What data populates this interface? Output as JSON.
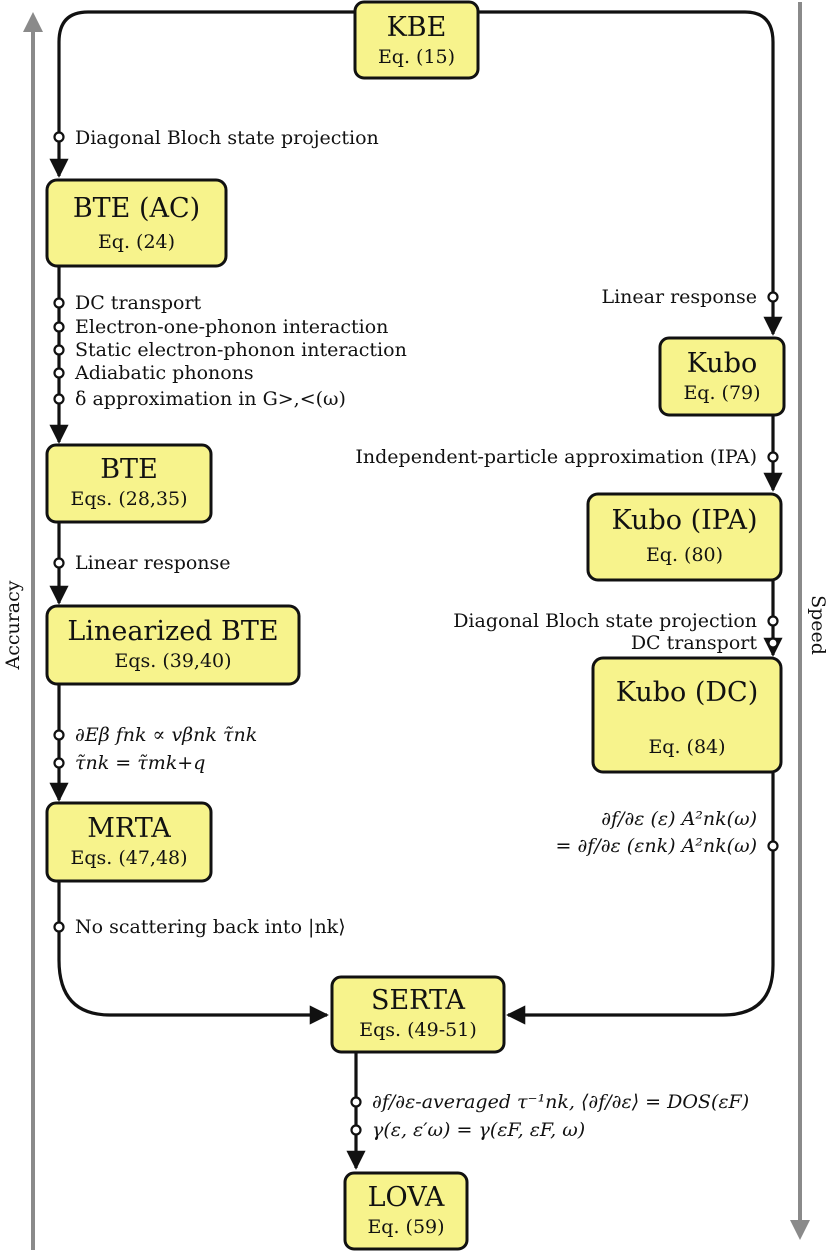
{
  "axes": {
    "left": "Accuracy",
    "right": "Speed"
  },
  "boxes": {
    "kbe": {
      "title": "KBE",
      "eq": "Eq. (15)"
    },
    "bte_ac": {
      "title": "BTE (AC)",
      "eq": "Eq. (24)"
    },
    "bte": {
      "title": "BTE",
      "eq": "Eqs. (28,35)"
    },
    "lin_bte": {
      "title": "Linearized BTE",
      "eq": "Eqs. (39,40)"
    },
    "mrta": {
      "title": "MRTA",
      "eq": "Eqs. (47,48)"
    },
    "serta": {
      "title": "SERTA",
      "eq": "Eqs. (49-51)"
    },
    "lova": {
      "title": "LOVA",
      "eq": "Eq. (59)"
    },
    "kubo": {
      "title": "Kubo",
      "eq": "Eq. (79)"
    },
    "kubo_ipa": {
      "title": "Kubo (IPA)",
      "eq": "Eq. (80)"
    },
    "kubo_dc": {
      "title": "Kubo (DC)",
      "eq": "Eq. (84)"
    }
  },
  "left_steps": {
    "kbe_to_btea": [
      "Diagonal Bloch state projection"
    ],
    "btea_to_bte": [
      "DC transport",
      "Electron-one-phonon interaction",
      "Static electron-phonon interaction",
      "Adiabatic phonons",
      "δ approximation in G>,<(ω)"
    ],
    "bte_to_lin": [
      "Linear response"
    ],
    "lin_to_mrta": [
      "∂Eβ fnk ∝ vβnk τ̃nk",
      "τ̃nk = τ̃mk+q"
    ],
    "mrta_to_serta": [
      "No scattering back into |nk⟩"
    ]
  },
  "right_steps": {
    "kbe_to_kubo": [
      "Linear response"
    ],
    "kubo_to_ipa": [
      "Independent-particle approximation (IPA)"
    ],
    "ipa_to_dc": [
      "Diagonal Bloch state projection",
      "DC transport"
    ],
    "dc_to_serta": [
      "∂f/∂ε (ε) A²nk(ω)",
      "= ∂f/∂ε (εnk) A²nk(ω)"
    ]
  },
  "bottom_steps": {
    "serta_to_lova": [
      "∂f/∂ε-averaged τ⁻¹nk, ⟨∂f/∂ε⟩ = DOS(εF)",
      "γ(ε, ε′ω) = γ(εF, εF, ω)"
    ]
  }
}
